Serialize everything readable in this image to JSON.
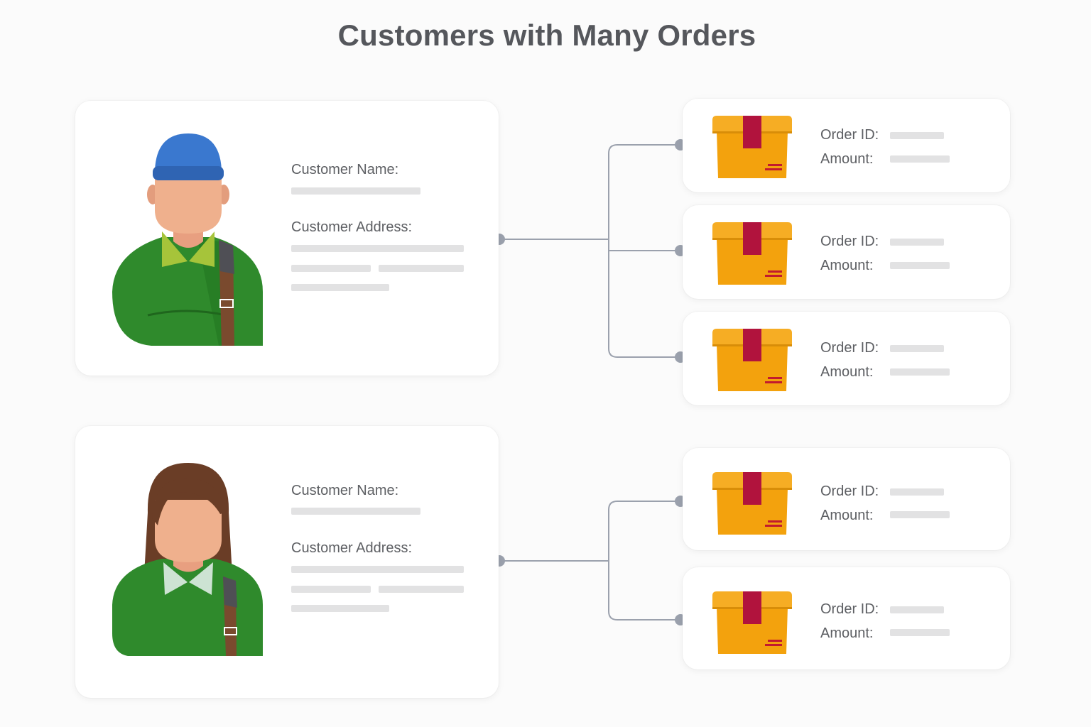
{
  "title": "Customers with Many Orders",
  "customers": [
    {
      "name_label": "Customer Name:",
      "address_label": "Customer Address:",
      "avatar_icon": "male-customer-avatar-icon",
      "orders": [
        {
          "id_label": "Order ID:",
          "amount_label": "Amount:"
        },
        {
          "id_label": "Order ID:",
          "amount_label": "Amount:"
        },
        {
          "id_label": "Order ID:",
          "amount_label": "Amount:"
        }
      ]
    },
    {
      "name_label": "Customer Name:",
      "address_label": "Customer Address:",
      "avatar_icon": "female-customer-avatar-icon",
      "orders": [
        {
          "id_label": "Order ID:",
          "amount_label": "Amount:"
        },
        {
          "id_label": "Order ID:",
          "amount_label": "Amount:"
        }
      ]
    }
  ],
  "order_icon": "package-box-icon",
  "colors": {
    "title": "#55575c",
    "connector": "#9ba1ad",
    "box": "#f3a20d",
    "box_tape": "#b1133d",
    "shirt": "#2f8a2c",
    "cap": "#3a78cf",
    "hair": "#6a3d26",
    "skin": "#efb08d"
  }
}
